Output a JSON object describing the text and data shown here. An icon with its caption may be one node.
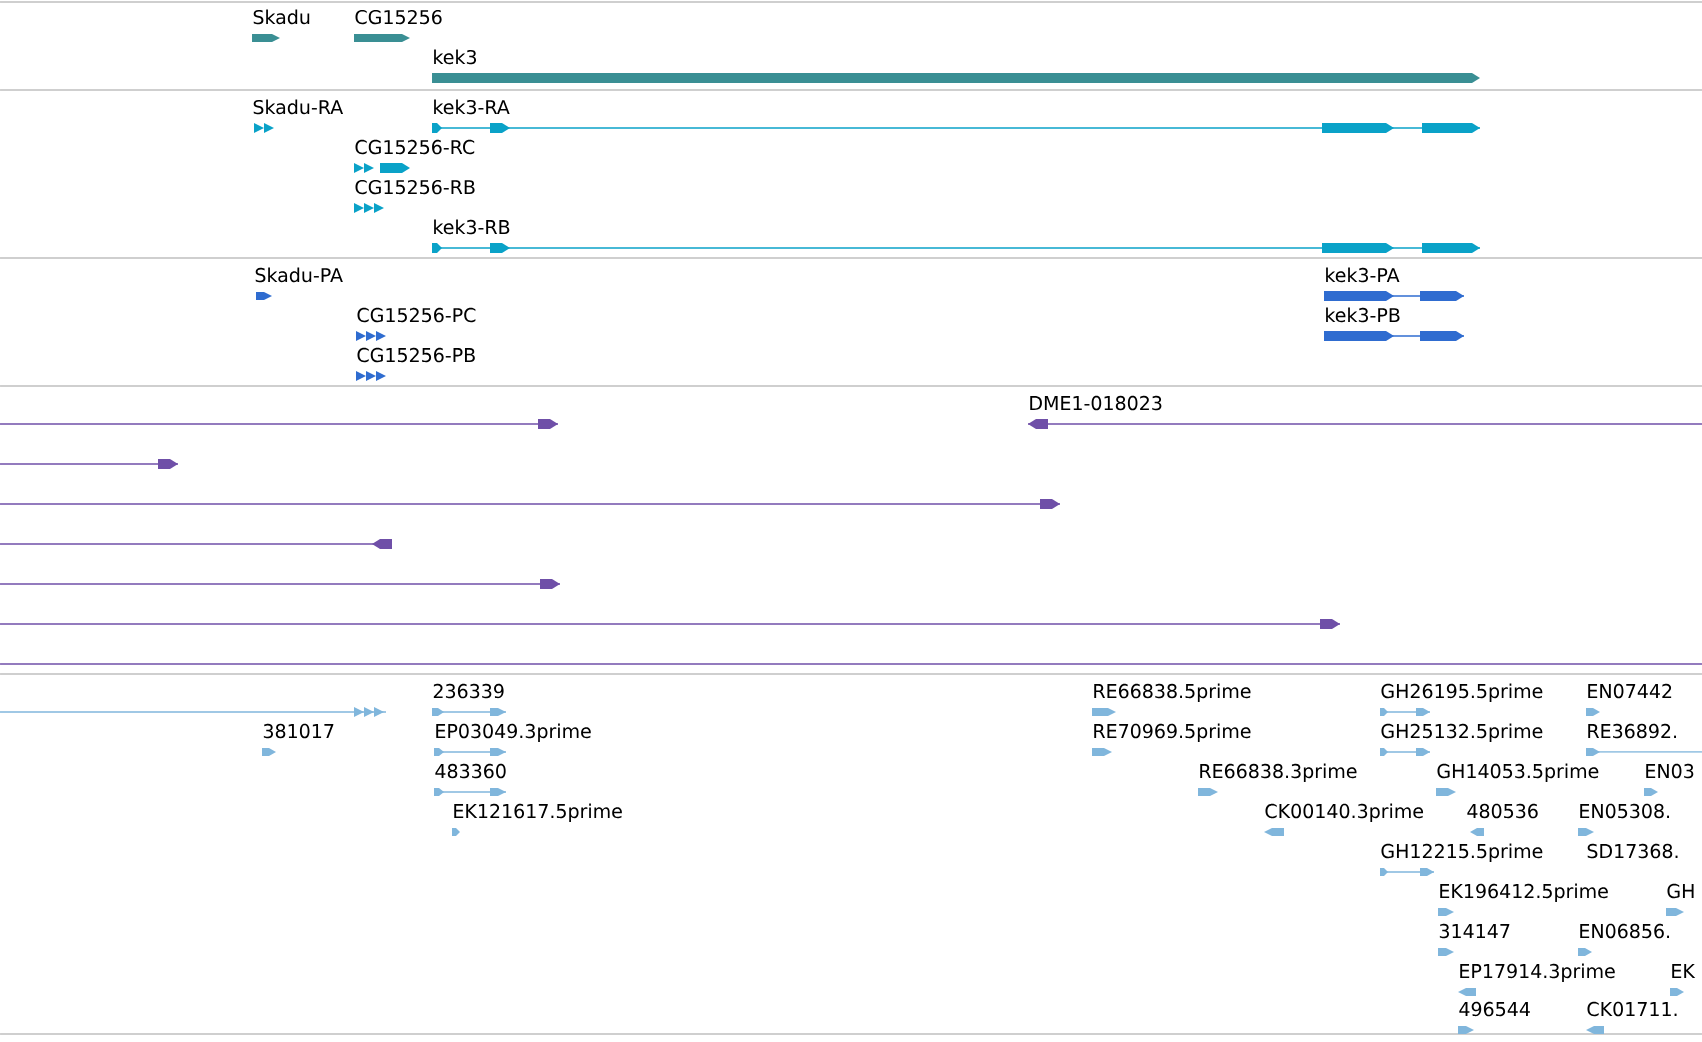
{
  "diagram": {
    "labels": [
      "Skadu",
      "CG15256",
      "kek3",
      "Skadu-RA",
      "kek3-RA",
      "CG15256-RC",
      "CG15256-RB",
      "kek3-RB",
      "Skadu-PA",
      "kek3-PA",
      "CG15256-PC",
      "kek3-PB",
      "CG15256-PB",
      "DME1-018023",
      "236339",
      "RE66838.5prime",
      "GH26195.5prime",
      "EN07442",
      "381017",
      "EP03049.3prime",
      "RE70969.5prime",
      "GH25132.5prime",
      "RE36892.",
      "483360",
      "RE66838.3prime",
      "GH14053.5prime",
      "EN03",
      "EK121617.5prime",
      "CK00140.3prime",
      "480536",
      "EN05308.",
      "GH12215.5prime",
      "SD17368.",
      "EK196412.5prime",
      "GH",
      "314147",
      "EN06856.",
      "EP17914.3prime",
      "EK",
      "496544",
      "CK01711."
    ]
  }
}
